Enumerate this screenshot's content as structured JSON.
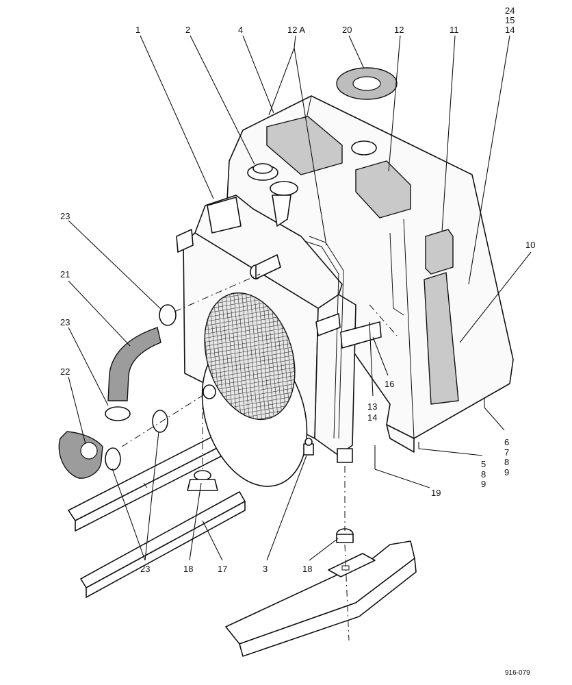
{
  "figure_code": "916-079",
  "callouts": {
    "c1": "1",
    "c2": "2",
    "c4": "4",
    "c12a": "12 A",
    "c20": "20",
    "c12": "12",
    "c11": "11",
    "c24_15_14": [
      "24",
      "15",
      "14"
    ],
    "c10": "10",
    "c23_upper": "23",
    "c21": "21",
    "c23_mid": "23",
    "c22": "22",
    "c16": "16",
    "c13_14": [
      "13",
      "14"
    ],
    "c6_7_8_9": [
      "6",
      "7",
      "8",
      "9"
    ],
    "c5_8_9": [
      "5",
      "8",
      "9"
    ],
    "c19": "19",
    "c23_lower": "23",
    "c18_left": "18",
    "c17": "17",
    "c3": "3",
    "c18_right": "18"
  }
}
